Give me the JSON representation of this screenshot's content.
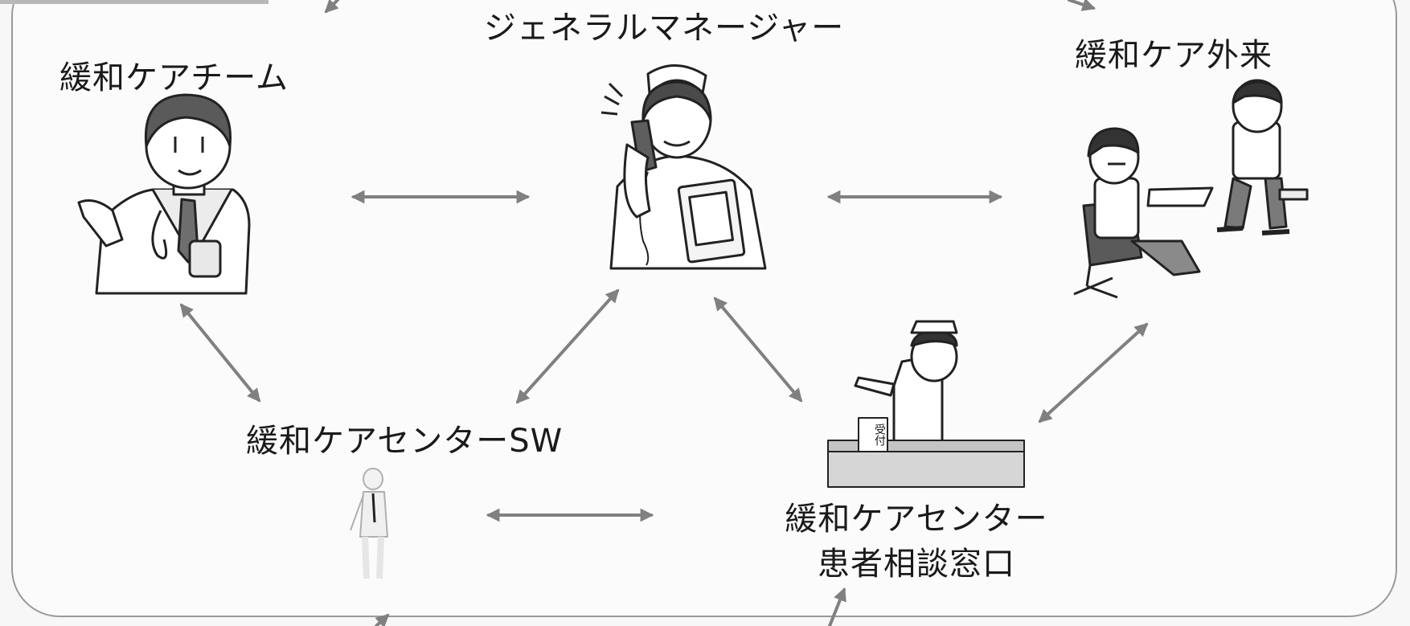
{
  "diagram": {
    "nodes": {
      "palliative_team": {
        "label": "緩和ケアチーム",
        "figure": "doctor-illustration"
      },
      "general_manager": {
        "label": "ジェネラルマネージャー",
        "figure": "nurse-on-phone-illustration"
      },
      "palliative_outpatient": {
        "label": "緩和ケア外来",
        "figure": "consultation-illustration"
      },
      "center_sw": {
        "label": "緩和ケアセンターSW",
        "figure": "social-worker-figure"
      },
      "consult_desk": {
        "label_lines": [
          "緩和ケアセンター",
          "患者相談窓口"
        ],
        "figure": "reception-desk-illustration",
        "desk_sign": "受付"
      }
    },
    "links": [
      {
        "from": "palliative_team",
        "to": "general_manager",
        "style": "bidirectional"
      },
      {
        "from": "general_manager",
        "to": "palliative_outpatient",
        "style": "bidirectional"
      },
      {
        "from": "palliative_team",
        "to": "center_sw",
        "style": "bidirectional"
      },
      {
        "from": "general_manager",
        "to": "center_sw",
        "style": "bidirectional"
      },
      {
        "from": "general_manager",
        "to": "consult_desk",
        "style": "bidirectional"
      },
      {
        "from": "palliative_outpatient",
        "to": "consult_desk",
        "style": "bidirectional"
      },
      {
        "from": "center_sw",
        "to": "consult_desk",
        "style": "bidirectional"
      }
    ],
    "colors": {
      "arrow": "#808080",
      "border": "#9a9a9a",
      "background": "#fbfbfb"
    }
  }
}
